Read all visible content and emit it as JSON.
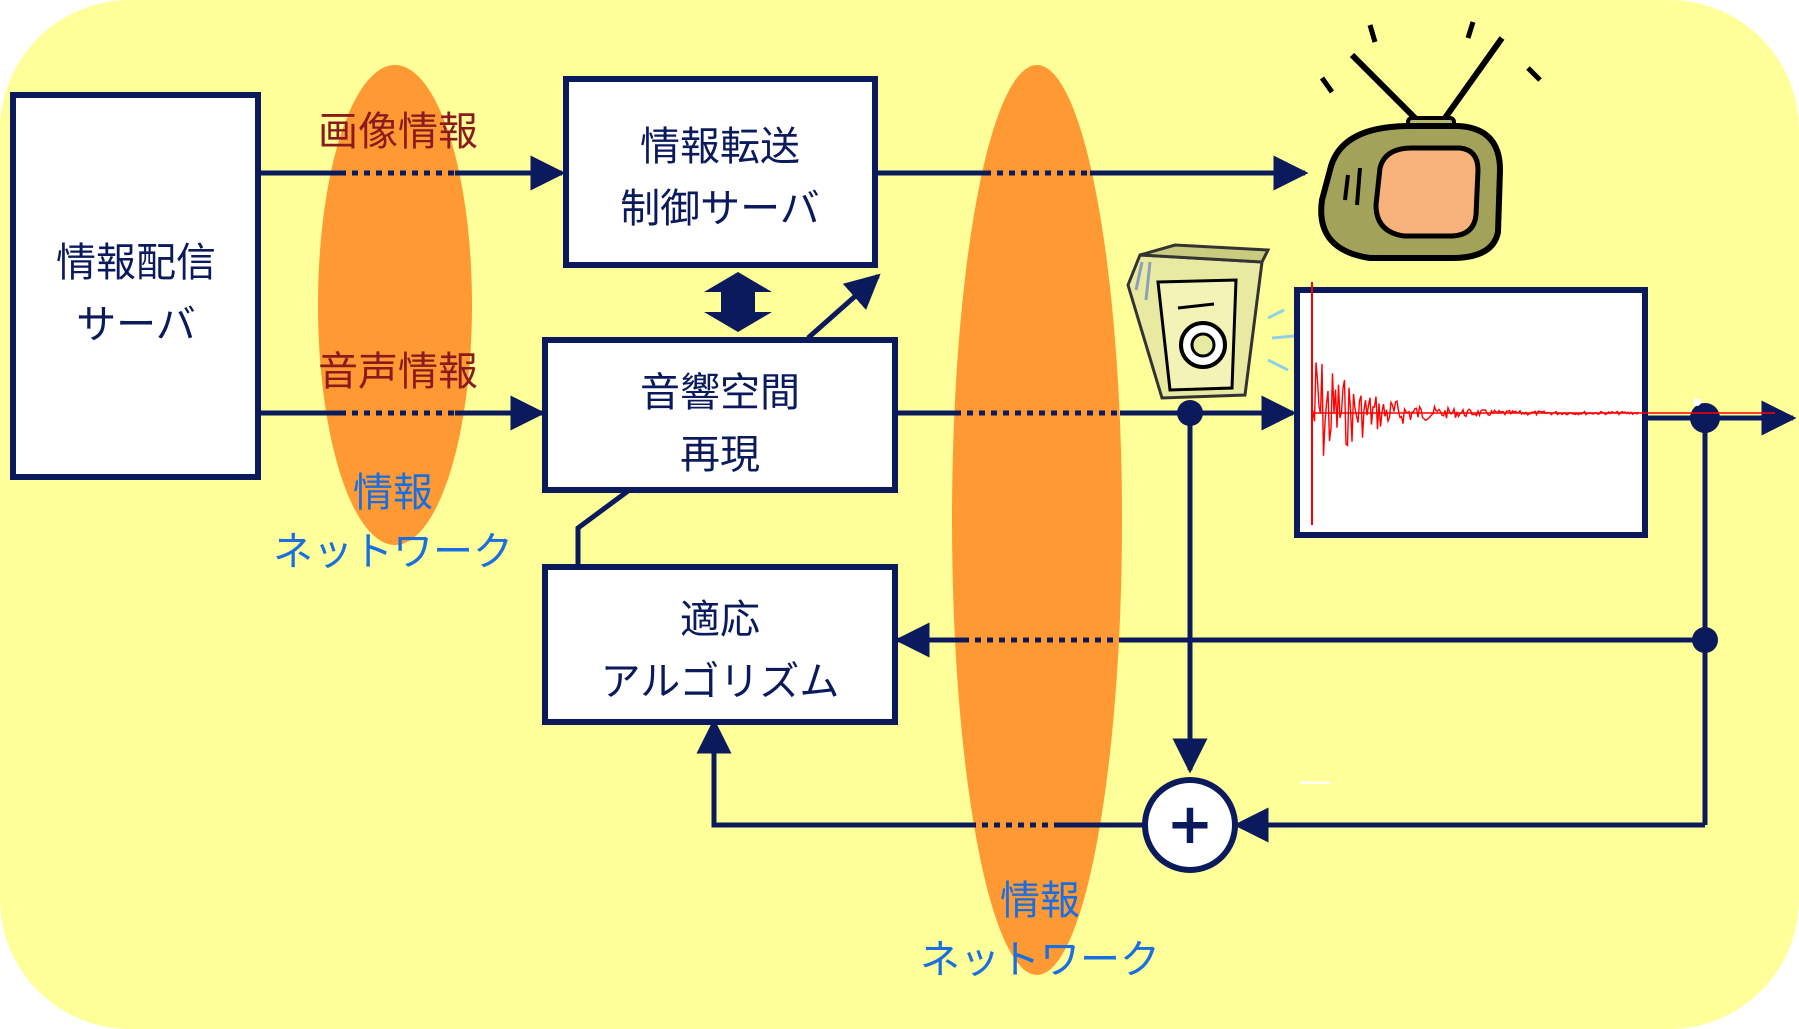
{
  "nodes": {
    "distribution_server": [
      "情報配信",
      "サーバ"
    ],
    "transfer_control_server": [
      "情報転送",
      "制御サーバ"
    ],
    "acoustic_reproduction": [
      "音響空間",
      "再現"
    ],
    "adaptive_algorithm": [
      "適応",
      "アルゴリズム"
    ]
  },
  "edge_labels": {
    "image_info": "画像情報",
    "audio_info": "音声情報"
  },
  "networks": {
    "left": [
      "情報",
      "ネットワーク"
    ],
    "right": [
      "情報",
      "ネットワーク"
    ]
  },
  "sum_symbol": "+",
  "minus_sign": "—",
  "colors": {
    "background_panel": "#ffff99",
    "network_ellipse": "#ff9933",
    "line": "#0a1a5c",
    "edge_label": "#8b1a1a",
    "network_label": "#1a6fe0",
    "waveform": "#ff0000"
  },
  "icons": [
    "television-icon",
    "speaker-icon",
    "impulse-response-waveform"
  ]
}
